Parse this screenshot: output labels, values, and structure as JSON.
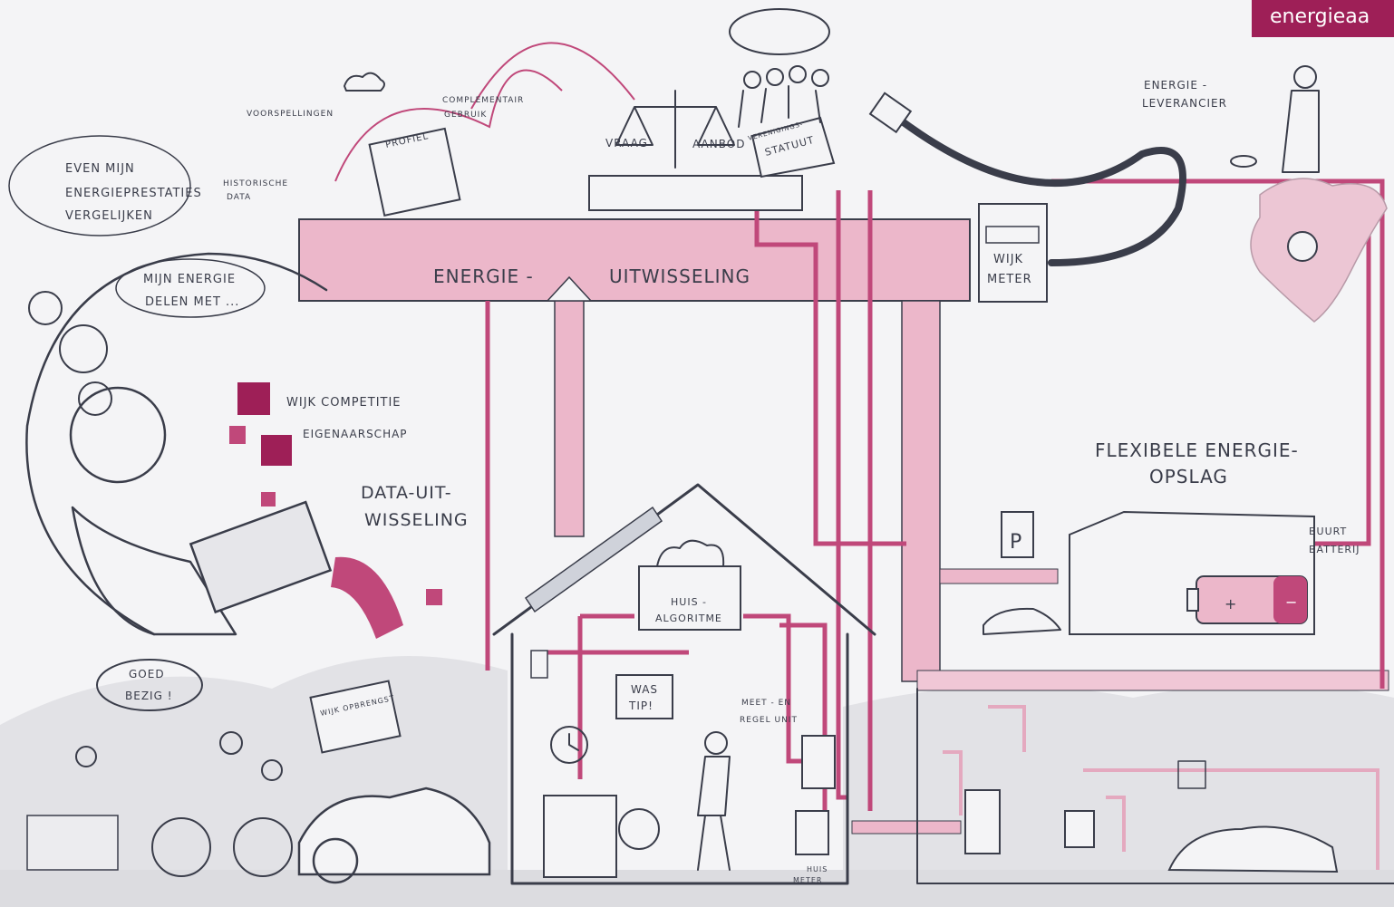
{
  "brand": {
    "label": "energieaa"
  },
  "labels": {
    "forecasts": "VOORSPELLINGEN",
    "complementary_use_1": "COMPLEMENTAIR",
    "complementary_use_2": "GEBRUIK",
    "profile": "PROFIEL",
    "historical_data_1": "HISTORISCHE",
    "historical_data_2": "DATA",
    "compare_1": "EVEN MIJN",
    "compare_2": "ENERGIEPRESTATIES",
    "compare_3": "VERGELIJKEN",
    "demand": "VRAAG",
    "supply": "AANBOD",
    "statute_1": "VERENIGINGS-",
    "statute_2": "STATUUT",
    "supplier_1": "ENERGIE -",
    "supplier_2": "LEVERANCIER",
    "exchange_left": "ENERGIE -",
    "exchange_right": "UITWISSELING",
    "district_meter_1": "WIJK",
    "district_meter_2": "METER",
    "share_1": "MIJN ENERGIE",
    "share_2": "DELEN MET ...",
    "competition": "WIJK COMPETITIE",
    "ownership": "EIGENAARSCHAP",
    "data_exchange_1": "DATA-UIT-",
    "data_exchange_2": "WISSELING",
    "flex_storage_1": "FLEXIBELE ENERGIE-",
    "flex_storage_2": "OPSLAG",
    "neighborhood_battery_1": "BUURT",
    "neighborhood_battery_2": "BATTERIJ",
    "parking": "P",
    "house_algorithm_1": "HUIS -",
    "house_algorithm_2": "ALGORITME",
    "wash_tip_1": "WAS",
    "wash_tip_2": "TIP!",
    "measure_control_1": "MEET - EN",
    "measure_control_2": "REGEL UNIT",
    "house_meter_1": "HUIS",
    "house_meter_2": "METER",
    "well_done_1": "GOED",
    "well_done_2": "BEZIG !",
    "district_yield": "WIJK OPBRENGST",
    "battery_plus": "+",
    "battery_minus": "−"
  },
  "colors": {
    "accent": "#9e1f57",
    "pipe": "#e4a9bf",
    "pipe_light": "#f0c7d6",
    "line": "#c0487a",
    "ink": "#3a3d4a",
    "ground": "#d8d8dc"
  }
}
